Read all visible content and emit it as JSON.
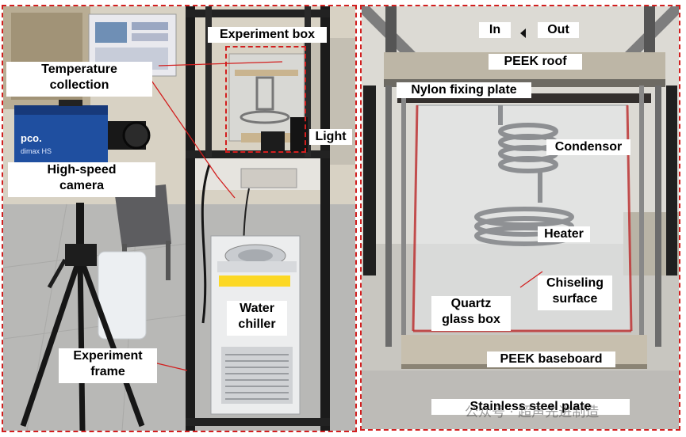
{
  "labels": {
    "experiment_box": "Experiment box",
    "temperature_collection": "Temperature\ncollection",
    "light": "Light",
    "high_speed_camera": "High-speed\ncamera",
    "water_chiller": "Water\nchiller",
    "experiment_frame": "Experiment\nframe",
    "inlet": "In",
    "outlet": "Out",
    "peek_roof": "PEEK roof",
    "nylon_fixing_plate": "Nylon fixing plate",
    "condensor": "Condensor",
    "heater": "Heater",
    "chiseling_surface": "Chiseling\nsurface",
    "quartz_glass_box": "Quartz\nglass box",
    "peek_baseboard": "PEEK baseboard",
    "stainless_steel_plate": "Stainless steel plate"
  },
  "camera_brand": "pco.",
  "camera_model": "dimax HS",
  "watermark": "公众号 · 超声先进制造",
  "colors": {
    "annotation": "#d21e1e",
    "label_bg": "#ffffff"
  }
}
